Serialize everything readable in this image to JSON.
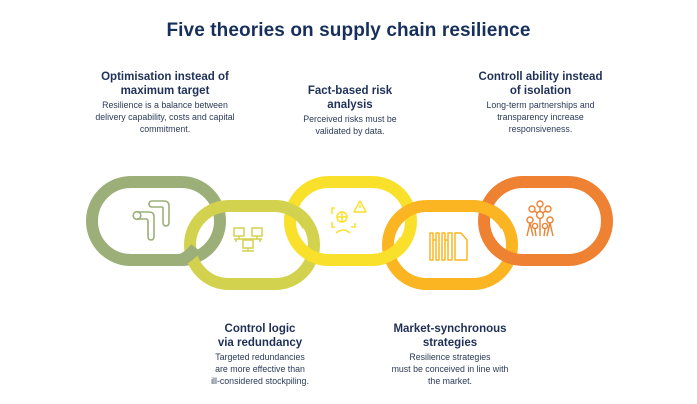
{
  "title": "Five theories on supply chain resilience",
  "colors": {
    "title": "#16305b",
    "link1": "#9caf78",
    "link2": "#d3d24e",
    "link3": "#f9e02a",
    "link4": "#fbb522",
    "link5": "#ee8132"
  },
  "theories": [
    {
      "heading_line1": "Optimisation instead of",
      "heading_line2": "maximum target",
      "body_line1": "Resilience is a balance between",
      "body_line2": "delivery capability, costs and capital",
      "body_line3": "commitment.",
      "icon": "trending-arrows-icon",
      "position": "top"
    },
    {
      "heading_line1": "Control logic",
      "heading_line2": "via redundancy",
      "body_line1": "Targeted redundancies",
      "body_line2": "are more effective than",
      "body_line3": "ill-considered stockpiling.",
      "icon": "network-computers-icon",
      "position": "bottom"
    },
    {
      "heading_line1": "Fact-based risk",
      "heading_line2": "analysis",
      "body_line1": "Perceived risks must be",
      "body_line2": "validated by data.",
      "body_line3": "",
      "icon": "risk-analysis-icon",
      "position": "top"
    },
    {
      "heading_line1": "Market-synchronous",
      "heading_line2": "strategies",
      "body_line1": "Resilience strategies",
      "body_line2": "must be conceived in line with",
      "body_line3": "the market.",
      "icon": "market-bars-icon",
      "position": "bottom"
    },
    {
      "heading_line1": "Controll ability instead",
      "heading_line2": "of isolation",
      "body_line1": "Long-term partnerships and",
      "body_line2": "transparency increase",
      "body_line3": "responsiveness.",
      "icon": "partnership-network-icon",
      "position": "top"
    }
  ]
}
